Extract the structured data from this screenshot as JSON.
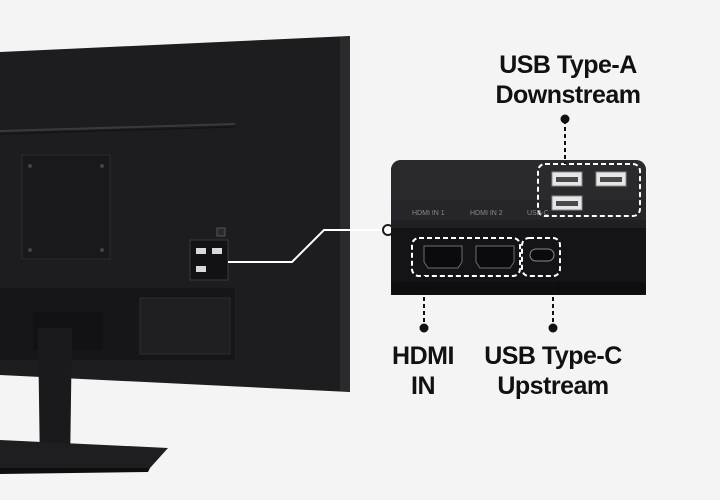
{
  "labels": {
    "usb_a": {
      "line1": "USB Type-A",
      "line2": "Downstream"
    },
    "hdmi": {
      "line1": "HDMI",
      "line2": "IN"
    },
    "usb_c": {
      "line1": "USB Type-C",
      "line2": "Upstream"
    }
  },
  "port_strip_text": [
    "HDMI IN 1",
    "HDMI IN 2",
    "USB-C"
  ],
  "colors": {
    "background": "#f4f4f4",
    "monitor": "#1c1c1e",
    "label": "#111111",
    "callout": "#ffffff"
  }
}
